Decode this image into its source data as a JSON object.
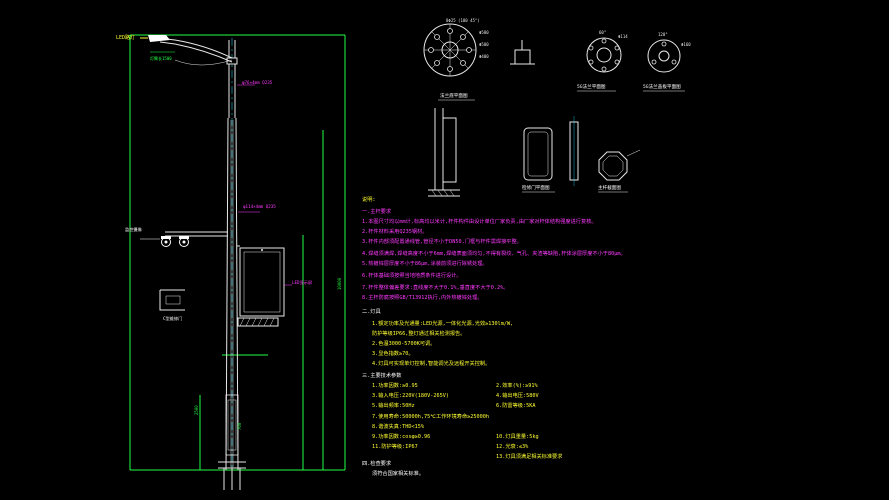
{
  "colors": {
    "background": "#000000",
    "frame": "#22ff44",
    "pole": "#e8e8e8",
    "dimension": "#ff3bff",
    "cyan": "#22e0ff",
    "yellow": "#ffff33"
  },
  "left_labels": {
    "lamp_tag": "LED路灯",
    "lamp_dim": "灯臂长1500",
    "spec_a": "φ76×4mm Q235",
    "spec_b": "φ114×4mm Q235",
    "camera_tag": "监控摄像",
    "screen_tag": "LED显示屏",
    "cabinet_caption": "C型维修门",
    "base_dim": "2500",
    "door_dim": "700",
    "total_height": "10000"
  },
  "views": [
    {
      "caption": "法兰底平面图",
      "note": "8Φ25 (180 45°)",
      "dims": [
        "Φ580",
        "Φ500",
        "Φ400"
      ]
    },
    {
      "caption": "5G法兰平面图",
      "note": "60°",
      "dims": [
        "Φ114"
      ]
    },
    {
      "caption": "5G法兰盖板平面图",
      "note": "120°",
      "dims": [
        "Φ160"
      ]
    },
    {
      "caption": "检修门平面图",
      "note": "",
      "dims": []
    },
    {
      "caption": "主杆截面图",
      "note": "",
      "dims": []
    }
  ],
  "notes": {
    "header": "说明:",
    "sec1": "一.主杆要求",
    "n1": "1.本图尺寸均以mm计,标高均以米计,杆件构件由设计单位厂家负责,由厂家对杆体结构强度进行复核。",
    "n2": "2.杆件材料采用Q235钢材。",
    "n3": "3.杆件内部须配置通线管,管径不小于DN50,门框与杆件需焊接平整。",
    "n4": "4.焊缝须满焊,焊缝高度不小于6mm,焊缝表面须均匀,不得有裂纹、气孔、夹渣等缺陷,杆体涂层厚度不小于80μm。",
    "n5": "5.热镀锌层厚度不小于86μm,涂装前须进行除锈处理。",
    "n6": "6.杆体基础须按照当地地质条件进行设计。",
    "n7": "7.杆件整体偏差要求:直线度不大于0.1%,垂直度不大于0.2%。",
    "n8": "8.主杆防腐按照GB/T13912执行,内外热镀锌处理。",
    "sec2": "二.灯具",
    "l1": "1.额定功率及光通量:LED光源,一体化光源,光效≥130lm/W,",
    "l1b": "防护等级IP66,整灯通过相关检测报告。",
    "l2": "2.色温3000-5700K可调。",
    "l3": "3.显色指数≥70。",
    "l4": "4.灯具可实现单灯控制,智能调光及远程开关控制。",
    "sec3": "三.主要技术参数",
    "params": [
      "1.功率因数:≥0.95",
      "2.效率(%):≥91%",
      "3.输入电压:220V(180V-265V)",
      "4.输出电压:580V",
      "5.输出频率:50Hz",
      "6.防雷等级:5KA",
      "7.使用寿命:50000h,75℃工作环境寿命≥25000h",
      "8.谐波失真:THD<15%",
      "9.功率因数:cosφ≥0.96",
      "10.灯具重量:5kg",
      "11.防护等级:IP67",
      "12.光衰:≤3%",
      "13.灯具须满足相关标准要求"
    ],
    "sec4": "四.检查要求",
    "last": "须符合国家相关标准。"
  }
}
